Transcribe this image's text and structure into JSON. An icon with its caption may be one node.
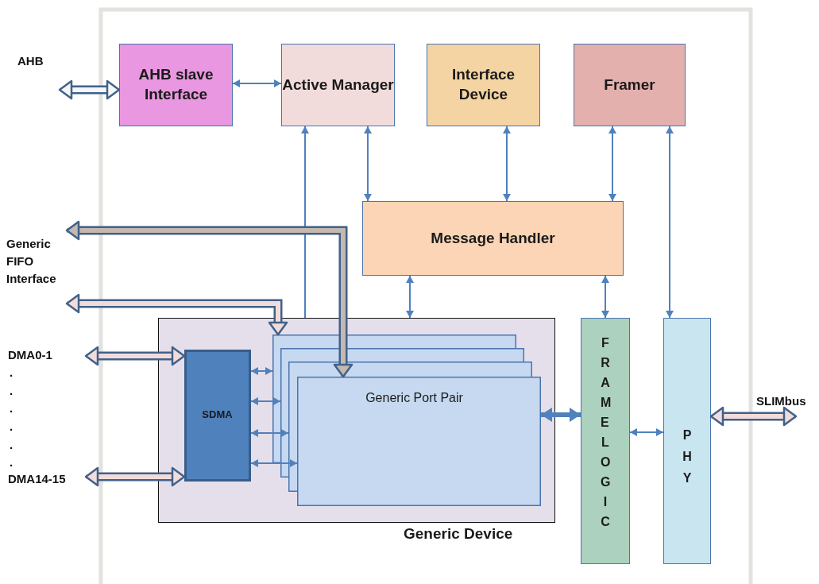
{
  "diagram": {
    "nodes": [
      {
        "text": [
          "AHB"
        ]
      },
      {
        "text": [
          "AHB slave Interface"
        ]
      },
      {
        "text": [
          "Active Manager"
        ]
      },
      {
        "text": [
          "Interface Device"
        ]
      },
      {
        "text": [
          "Framer"
        ]
      },
      {
        "text": [
          "Message Handler"
        ]
      },
      {
        "text": [
          "Generic FIFO Interface"
        ]
      },
      {
        "text": [
          "DMA0-1"
        ]
      },
      {
        "text": [
          "DMA14-15"
        ]
      },
      {
        "text": [
          "Generic Device"
        ]
      },
      {
        "text": [
          "Generic Port Pair"
        ],
        "in": 9
      },
      {
        "text": [
          "SDMA"
        ],
        "in": 9
      },
      {
        "text": [
          "FRAME LOGIC"
        ]
      },
      {
        "text": [
          "PHY"
        ]
      },
      {
        "text": [
          "SLIMbus"
        ]
      }
    ],
    "edges": [
      {
        "from": 0,
        "to": 1,
        "arrow": "both",
        "style": "thick",
        "color": "#f4f6fa"
      },
      {
        "from": 1,
        "to": 2,
        "arrow": "both"
      },
      {
        "from": 9,
        "to": 2,
        "arrow": "to"
      },
      {
        "from": 2,
        "to": 5,
        "arrow": "both"
      },
      {
        "from": 3,
        "to": 5,
        "arrow": "both"
      },
      {
        "from": 4,
        "to": 5,
        "arrow": "both"
      },
      {
        "from": 4,
        "to": 13,
        "arrow": "both"
      },
      {
        "from": 5,
        "to": 9,
        "arrow": "both"
      },
      {
        "from": 5,
        "to": 12,
        "arrow": "both"
      },
      {
        "from": 10,
        "to": 6,
        "arrow": "both",
        "style": "thick",
        "color": "#c5b8b0"
      },
      {
        "from": 10,
        "to": 6,
        "arrow": "both",
        "style": "thick",
        "color": "#f2dcdb"
      },
      {
        "from": 7,
        "to": 11,
        "arrow": "both",
        "style": "thick",
        "color": "#f2dcdb"
      },
      {
        "from": 8,
        "to": 11,
        "arrow": "both",
        "style": "thick",
        "color": "#f2dcdb"
      },
      {
        "from": 11,
        "to": 10,
        "arrow": "both"
      },
      {
        "from": 11,
        "to": 10,
        "arrow": "both"
      },
      {
        "from": 11,
        "to": 10,
        "arrow": "both"
      },
      {
        "from": 11,
        "to": 10,
        "arrow": "both"
      },
      {
        "from": 10,
        "to": 12,
        "arrow": "both",
        "style": "thick"
      },
      {
        "from": 12,
        "to": 13,
        "arrow": "both"
      },
      {
        "from": 13,
        "to": 14,
        "arrow": "both",
        "style": "thick",
        "color": "#f2dcdb"
      }
    ],
    "labels": [
      ".",
      ".",
      ".",
      ".",
      ".",
      "."
    ]
  }
}
